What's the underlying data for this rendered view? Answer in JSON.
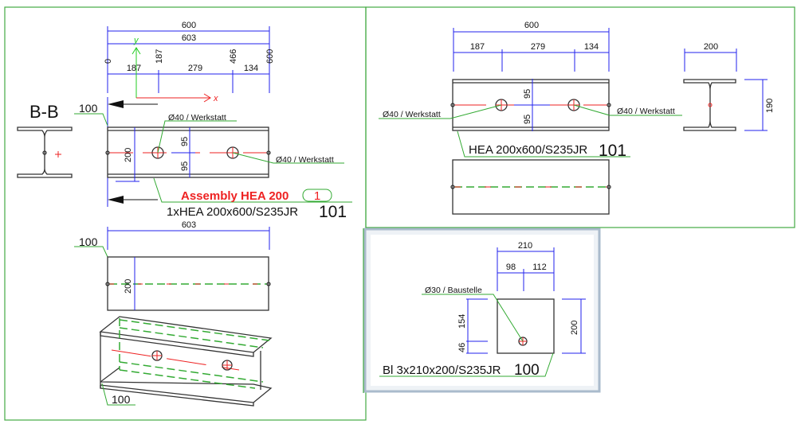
{
  "left_view": {
    "section_label": "B-B",
    "dim_total_600": "600",
    "dim_total_603": "603",
    "ordinates": [
      "0",
      "187",
      "466",
      "600"
    ],
    "chain": [
      "187",
      "279",
      "134"
    ],
    "axis_x": "x",
    "axis_y": "y",
    "pos_label_top": "100",
    "height_dim": "200",
    "half_dims": [
      "95",
      "95"
    ],
    "hole_label_1": "Ø40 / Werkstatt",
    "hole_label_2": "Ø40 / Werkstatt",
    "assembly_title": "Assembly HEA 200",
    "assembly_number": "1",
    "part_desc": "1xHEA 200x600/S235JR",
    "part_number": "101",
    "top_view_dim": "603",
    "top_view_pos_label": "100",
    "top_view_height": "200",
    "iso_pos_label": "100"
  },
  "right_view": {
    "dim_total": "600",
    "chain": [
      "187",
      "279",
      "134"
    ],
    "half_dims": [
      "95",
      "95"
    ],
    "hole_label_left": "Ø40 / Werkstatt",
    "hole_label_right": "Ø40 / Werkstatt",
    "part_desc": "HEA 200x600/S235JR",
    "part_number": "101",
    "section_width": "200",
    "section_height": "190"
  },
  "plate_view": {
    "dim_width": "210",
    "chain": [
      "98",
      "112"
    ],
    "hole_label": "Ø30 / Baustelle",
    "vert_dims": [
      "154",
      "46"
    ],
    "height_dim": "200",
    "part_desc": "Bl 3x210x200/S235JR",
    "part_number": "100"
  },
  "colors": {
    "dimension": "#2222ee",
    "leader": "#33aa33",
    "centerline": "#ee2222",
    "assembly": "#ee2222"
  }
}
